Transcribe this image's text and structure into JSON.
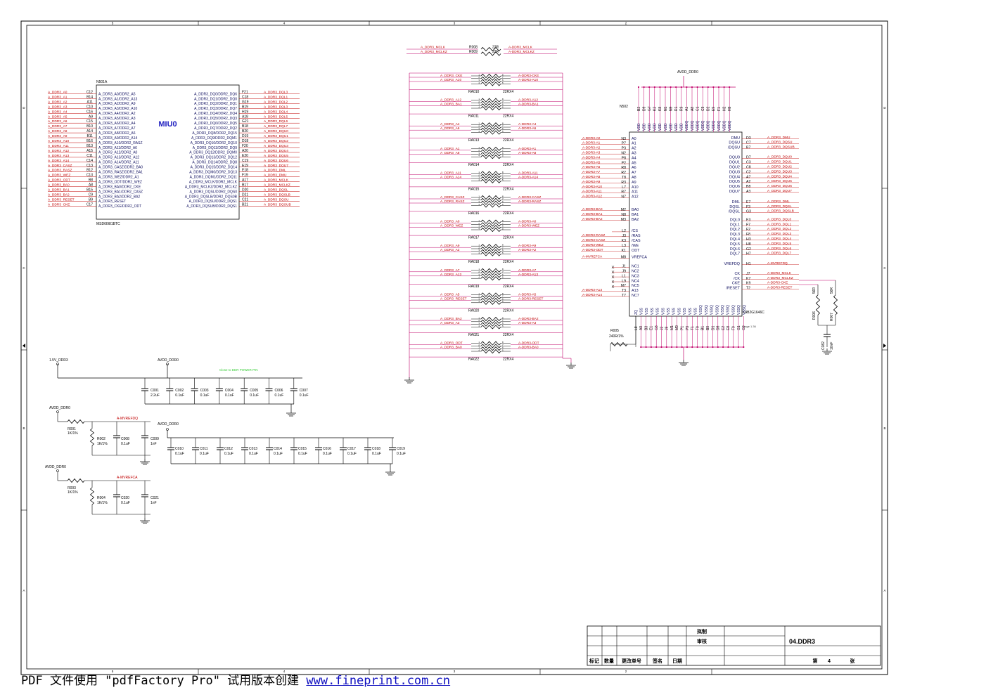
{
  "sheet": {
    "zone_cols": [
      "5",
      "4",
      "3",
      "2"
    ],
    "zone_rows": [
      "D",
      "C",
      "B",
      "A"
    ]
  },
  "miu": {
    "ref": "N501A",
    "label": "MIU0",
    "part": "MSD6I981BTC",
    "left_nets": [
      "A_DDR3_A0",
      "A_DDR3_A1",
      "A_DDR3_A2",
      "A_DDR3_A3",
      "A_DDR3_A4",
      "A_DDR3_A5",
      "A_DDR3_A6",
      "A_DDR3_A7",
      "A_DDR3_A8",
      "A_DDR3_A9",
      "A_DDR3_A10",
      "A_DDR3_A11",
      "A_DDR3_A12",
      "A_DDR3_A13",
      "A_DDR3_A14",
      "A_DDR3_CASZ",
      "A_DDR3_RASZ",
      "A_DDR3_WEZ",
      "A_DDR3_ODT",
      "A_DDR3_BA0",
      "A_DDR3_BA1",
      "A_DDR3_BA2",
      "A_DDR3_RESET",
      "A_DDR3_CKE"
    ],
    "left_pins": [
      "C12",
      "B14",
      "A11",
      "C10",
      "C16",
      "A9",
      "C15",
      "B10",
      "A14",
      "B11",
      "B16",
      "B13",
      "A15",
      "C11",
      "C14",
      "C13",
      "B12",
      "C13",
      "B8",
      "A8",
      "B15",
      "C9",
      "B9",
      "C17"
    ],
    "left_sigs": [
      "A_DDR3_A0/DDR2_A5",
      "A_DDR3_A1/DDR2_A13",
      "A_DDR3_A2/DDR2_A9",
      "A_DDR3_A3/DDR2_A10",
      "A_DDR3_A4/DDR2_A2",
      "A_DDR3_A5/DDR2_A3",
      "A_DDR3_A6/DDR2_A4",
      "A_DDR3_A7/DDR2_A7",
      "A_DDR3_A8/DDR2_A6",
      "A_DDR3_A9/DDR2_A14",
      "A_DDR3_A10/DDR2_RASZ",
      "A_DDR3_A11/DDR2_A6",
      "A_DDR3_A12/DDR2_A0",
      "A_DDR3_A13/DDR2_A12",
      "A_DDR3_A14/DDR2_A11",
      "A_DDR3_CASZ/DDR2_BA0",
      "A_DDR3_RASZ/DDR2_BA1",
      "A_DDR3_WEZ/DDR2_A1",
      "A_DDR3_ODT/DDR2_WEZ",
      "A_DDR3_BA0/DDR2_CKE",
      "A_DDR3_BA1/DDR2_CASZ",
      "A_DDR3_BA2/DDR2_BA2",
      "A_DDR3_RESET",
      "A_DDR3_CKE/DDR2_ODT"
    ],
    "right_sigs": [
      "A_DDR3_DQ0/DDR2_DQ6",
      "A_DDR3_DQ1/DDR2_DQ0",
      "A_DDR3_DQ2/DDR2_DQ1",
      "A_DDR3_DQ3/DDR2_DQ7",
      "A_DDR3_DQ4/DDR2_DQ4",
      "A_DDR3_DQ5/DDR2_DQ3",
      "A_DDR3_DQ6/DDR2_DQ5",
      "A_DDR3_DQ7/DDR2_DQ2",
      "A_DDR3_DQ8/DDR2_DQ15",
      "A_DDR3_DQ9/DDR2_DQM1",
      "A_DDR3_DQ10/DDR2_DQ10",
      "A_DDR3_DQ11/DDR2_DQ9",
      "A_DDR3_DQ12/DDR2_DQM0",
      "A_DDR3_DQ13/DDR2_DQ12",
      "A_DDR3_DQ14/DDR2_DQ8",
      "A_DDR3_DQ15/DDR2_DQ14",
      "A_DDR3_DQM0/DDR2_DQ13",
      "A_DDR3_DQM1/DDR2_DQ11",
      "A_DDR3_MCLK/DDR2_MCLK",
      "A_DDR3_MCLKZ/DDR2_MCLKZ",
      "A_DDR3_DQSL/DDR2_DQS0",
      "A_DDR3_DQSLB/DDR2_DQS0B",
      "A_DDR3_DQSU/DDR2_DQS1",
      "A_DDR3_DQSUB/DDR2_DQS1"
    ],
    "right_pins": [
      "F21",
      "C18",
      "G19",
      "B19",
      "H19",
      "A18",
      "G21",
      "B18",
      "B20",
      "D19",
      "D18",
      "F20",
      "A20",
      "E20",
      "C19",
      "E19",
      "E18",
      "F19",
      "A17",
      "B17",
      "D20",
      "D21",
      "C21",
      "B21"
    ],
    "right_nets": [
      "A_DDR3_DQL3",
      "A_DDR3_DQL1",
      "A_DDR3_DQL2",
      "A_DDR3_DQL3",
      "A_DDR3_DQL4",
      "A_DDR3_DQL5",
      "A_DDR3_DQL6",
      "A_DDR3_DQL7",
      "A_DDR3_DQU0",
      "A_DDR3_DQU1",
      "A_DDR3_DQU2",
      "A_DDR3_DQU3",
      "A_DDR3_DQU4",
      "A_DDR3_DQU5",
      "A_DDR3_DQU6",
      "A_DDR3_DQU7",
      "A_DDR3_DML",
      "A_DDR3_DMU",
      "A_DDR3_MCLK",
      "A_DDR3_MCLKZ",
      "A_DDR3_DQSL",
      "A_DDR3_DQSLB",
      "A_DDR3_DQSU",
      "A_DDR3_DQSUB"
    ]
  },
  "clock_resistors": [
    {
      "ref": "R008",
      "val": "22R",
      "left": "A_DDR3_MCLK",
      "right": "A-DDR3_MCLK"
    },
    {
      "ref": "R009",
      "val": "22R",
      "left": "A_DDR3_MCLKZ",
      "right": "A-DDR3_MCLKZ"
    }
  ],
  "rarrays": [
    {
      "ref": "RA010",
      "val": "22RX4",
      "nets": [
        [
          "A_DDR3_CKE",
          "A-DDR3-CKE"
        ],
        [
          "A_DDR3_A10",
          "A-DDR3-A10"
        ]
      ]
    },
    {
      "ref": "RA011",
      "val": "22RX4",
      "nets": [
        [
          "A_DDR3_A12",
          "A-DDR3-A12"
        ],
        [
          "A_DDR3_BA1",
          "A-DDR3-BA1"
        ]
      ]
    },
    {
      "ref": "RA013",
      "val": "22RX4",
      "nets": [
        [
          "A_DDR3_A4",
          "A-DDR3-A4"
        ],
        [
          "A_DDR3_A6",
          "A-DDR3-A6"
        ]
      ]
    },
    {
      "ref": "RA014",
      "val": "22RX4",
      "nets": [
        [
          "A_DDR3_A1",
          "A-DDR3-A1"
        ],
        [
          "A_DDR3_A8",
          "A-DDR3-A8"
        ]
      ]
    },
    {
      "ref": "RA015",
      "val": "22RX4",
      "nets": [
        [
          "A_DDR3_A11",
          "A-DDR3-A11"
        ],
        [
          "A_DDR3_A14",
          "A-DDR3-A14"
        ]
      ]
    },
    {
      "ref": "RA016",
      "val": "22RX4",
      "nets": [
        [
          "A_DDR3_CASZ",
          "A-DDR3-CASZ"
        ],
        [
          "A_DDR3_RASZ",
          "A-DDR3-RASZ"
        ]
      ]
    },
    {
      "ref": "RA017",
      "val": "22RX4",
      "nets": [
        [
          "A_DDR3_A0",
          "A-DDR3-A0"
        ],
        [
          "A_DDR3_WEZ",
          "A-DDR3-WEZ"
        ]
      ]
    },
    {
      "ref": "RA018",
      "val": "22RX4",
      "nets": [
        [
          "A_DDR3_A9",
          "A-DDR3-A9"
        ],
        [
          "A_DDR3_A2",
          "A-DDR3-A2"
        ]
      ]
    },
    {
      "ref": "RA019",
      "val": "22RX4",
      "nets": [
        [
          "A_DDR3_A7",
          "A-DDR3-A7"
        ],
        [
          "A_DDR3_A13",
          "A-DDR3-A13"
        ]
      ]
    },
    {
      "ref": "RA020",
      "val": "22RX4",
      "nets": [
        [
          "A_DDR3_A5",
          "A-DDR3-A5"
        ],
        [
          "A_DDR3_RESET",
          "A-DDR3-RESET"
        ]
      ]
    },
    {
      "ref": "RA021",
      "val": "22RX4",
      "nets": [
        [
          "A_DDR3_BA2",
          "A-DDR3-BA2"
        ],
        [
          "A_DDR3_A3",
          "A-DDR3-A3"
        ]
      ]
    },
    {
      "ref": "RA022",
      "val": "22RX4",
      "nets": [
        [
          "A_DDR3_ODT",
          "A-DDR3-ODT"
        ],
        [
          "A_DDR3_BA0",
          "A-DDR3-BA0"
        ]
      ]
    }
  ],
  "ddr": {
    "ref": "N502",
    "part": "K4B2G1646C",
    "note": "page 1.36",
    "power_net": "AVDD_DDR0",
    "top_pins": [
      "B2",
      "D9",
      "G7",
      "K2",
      "K8",
      "N1",
      "N9",
      "R1",
      "R9",
      "A1",
      "A8",
      "C1",
      "C9",
      "D2",
      "E9",
      "F1",
      "H2",
      "H9"
    ],
    "top_sigs": [
      "VDD",
      "VDD",
      "VDD",
      "VDD",
      "VDD",
      "VDD",
      "VDD",
      "VDD",
      "VDD",
      "VDDQ",
      "VDDQ",
      "VDDQ",
      "VDDQ",
      "VDDQ",
      "VDDQ",
      "VDDQ",
      "VDDQ",
      "VDDQ"
    ],
    "left_groups": [
      {
        "nets": [
          "A-DDR3-A0",
          "A-DDR3-A1",
          "A-DDR3-A2",
          "A-DDR3-A3",
          "A-DDR3-A4",
          "A-DDR3-A5",
          "A-DDR3-A6",
          "A-DDR3-A7",
          "A-DDR3-A8",
          "A-DDR3-A9",
          "A-DDR3-A10",
          "A-DDR3-A11",
          "A-DDR3-A12"
        ],
        "pins": [
          "N3",
          "P7",
          "P3",
          "N2",
          "P8",
          "P2",
          "R8",
          "R2",
          "T8",
          "R3",
          "L7",
          "R7",
          "N7"
        ],
        "sigs": [
          "A0",
          "A1",
          "A2",
          "A3",
          "A4",
          "A5",
          "A6",
          "A7",
          "A8",
          "A9",
          "A10",
          "A11",
          "A12"
        ]
      },
      {
        "nets": [
          "A-DDR3-BA0",
          "A-DDR3-BA1",
          "A-DDR3-BA2"
        ],
        "pins": [
          "M2",
          "N8",
          "M3"
        ],
        "sigs": [
          "BA0",
          "BA1",
          "BA2"
        ]
      },
      {
        "nets": [
          "",
          "A-DDR3-RASZ",
          "A-DDR3-CASZ",
          "A-DDR3-WEZ",
          "A-DDR3-ODT"
        ],
        "pins": [
          "L2",
          "J3",
          "K3",
          "L3",
          "K1"
        ],
        "sigs": [
          "/CS",
          "/RAS",
          "/CAS",
          "/WE",
          "ODT"
        ]
      },
      {
        "nets": [
          "A-MVREFCA"
        ],
        "pins": [
          "M8"
        ],
        "sigs": [
          "VREFCA"
        ]
      },
      {
        "nets": [
          "",
          "",
          "",
          "",
          "",
          "A-DDR3-A13",
          "A-DDR3-A14"
        ],
        "pins": [
          "J1",
          "J9",
          "L1",
          "L9",
          "M7",
          "T3",
          "T7"
        ],
        "sigs": [
          "NC1",
          "NC2",
          "NC3",
          "NC4",
          "NC5",
          "A13",
          "NC7"
        ]
      }
    ],
    "right_groups": [
      {
        "sigs": [
          "DMU",
          "DQSU",
          "/DQSU"
        ],
        "pins": [
          "D3",
          "C7",
          "B7"
        ],
        "nets": [
          "A_DDR3_DMU",
          "A_DDR3_DQSU",
          "A_DDR3_DQSUB"
        ]
      },
      {
        "sigs": [
          "DQU0",
          "DQU1",
          "DQU2",
          "DQU3",
          "DQU4",
          "DQU5",
          "DQU6",
          "DQU7"
        ],
        "pins": [
          "D7",
          "C3",
          "C8",
          "C2",
          "A7",
          "A2",
          "B8",
          "A3"
        ],
        "nets": [
          "A_DDR3_DQU0",
          "A_DDR3_DQU1",
          "A_DDR3_DQU2",
          "A_DDR3_DQU3",
          "A_DDR3_DQU4",
          "A_DDR3_DQU5",
          "A_DDR3_DQU6",
          "A_DDR3_DQU7"
        ]
      },
      {
        "sigs": [
          "DML",
          "DQSL",
          "/DQSL"
        ],
        "pins": [
          "E7",
          "F3",
          "G3"
        ],
        "nets": [
          "A_DDR3_DML",
          "A_DDR3_DQSL",
          "A_DDR3_DQSLB"
        ]
      },
      {
        "sigs": [
          "DQL0",
          "DQL1",
          "DQL2",
          "DQL3",
          "DQL4",
          "DQL5",
          "DQL6",
          "DQL7"
        ],
        "pins": [
          "E3",
          "F7",
          "F2",
          "F8",
          "H3",
          "H8",
          "G2",
          "H7"
        ],
        "nets": [
          "A_DDR3_DQL0",
          "A_DDR3_DQL1",
          "A_DDR3_DQL2",
          "A_DDR3_DQL3",
          "A_DDR3_DQL4",
          "A_DDR3_DQL5",
          "A_DDR3_DQL6",
          "A_DDR3_DQL7"
        ]
      },
      {
        "sigs": [
          "VREFDQ"
        ],
        "pins": [
          "H1"
        ],
        "nets": [
          "A-MVREFDQ"
        ]
      },
      {
        "sigs": [
          "CK",
          "/CK",
          "CKE",
          "/RESET"
        ],
        "pins": [
          "J7",
          "K7",
          "K9",
          "T2"
        ],
        "nets": [
          "A-DDR3_MCLK",
          "A-DDR3_MCLKZ",
          "A-DDR3-CKE",
          "A-DDR3-RESET"
        ]
      }
    ],
    "bottom_sigs": [
      "ZQ",
      "VSS",
      "VSS",
      "VSS",
      "VSS",
      "VSS",
      "VSS",
      "VSS",
      "VSS",
      "VSS",
      "VSS",
      "VSS",
      "VSSQ",
      "VSSQ",
      "VSSQ",
      "VSSQ",
      "VSSQ",
      "VSSQ",
      "VSSQ",
      "VSSQ",
      "VSSQ"
    ],
    "bottom_pins": [
      "L8",
      "A9",
      "B3",
      "E1",
      "G8",
      "J2",
      "J8",
      "M1",
      "M9",
      "P1",
      "P9",
      "T1",
      "T9",
      "B1",
      "B9",
      "D1",
      "D8",
      "E2",
      "E8",
      "F9",
      "G1",
      "G9"
    ],
    "zq_res_ref": "R005",
    "zq_res_val": "240R/1%",
    "clk_terms": [
      {
        "ref": "R006",
        "val": "56R"
      },
      {
        "ref": "R007",
        "val": "56R"
      }
    ],
    "clk_cap": {
      "ref": "C082",
      "val": "10nF"
    }
  },
  "decoup1": {
    "rail1": "1.5V_DDR3",
    "rail2": "AVDD_DDR0",
    "note": "Close to DDR POWER PIN",
    "caps": [
      {
        "ref": "C001",
        "val": "2.2uF"
      },
      {
        "ref": "C002",
        "val": "0.1uF"
      },
      {
        "ref": "C003",
        "val": "0.1uF"
      },
      {
        "ref": "C004",
        "val": "0.1uF"
      },
      {
        "ref": "C005",
        "val": "0.1uF"
      },
      {
        "ref": "C006",
        "val": "0.1uF"
      },
      {
        "ref": "C007",
        "val": "0.1uF"
      }
    ]
  },
  "decoup2": {
    "rail": "AVDD_DDR0",
    "caps": [
      {
        "ref": "C010",
        "val": "0.1uF"
      },
      {
        "ref": "C011",
        "val": "0.1uF"
      },
      {
        "ref": "C012",
        "val": "0.1uF"
      },
      {
        "ref": "C013",
        "val": "0.1uF"
      },
      {
        "ref": "C014",
        "val": "0.1uF"
      },
      {
        "ref": "C015",
        "val": "0.1uF"
      },
      {
        "ref": "C016",
        "val": "0.1uF"
      },
      {
        "ref": "C017",
        "val": "0.1uF"
      },
      {
        "ref": "C018",
        "val": "0.1uF"
      },
      {
        "ref": "C019",
        "val": "0.1uF"
      }
    ]
  },
  "vref_blocks": [
    {
      "rail": "AVDD_DDR0",
      "net": "A-MVREFDQ",
      "r_top": {
        "ref": "R001",
        "val": "1K/1%"
      },
      "r_bot": {
        "ref": "R002",
        "val": "1K/1%"
      },
      "c1": {
        "ref": "C008",
        "val": "0.1uF"
      },
      "c2": {
        "ref": "C009",
        "val": "1nF"
      }
    },
    {
      "rail": "AVDD_DDR0",
      "net": "A-MVREFCA",
      "r_top": {
        "ref": "R003",
        "val": "1K/1%"
      },
      "r_bot": {
        "ref": "R004",
        "val": "1K/1%"
      },
      "c1": {
        "ref": "C020",
        "val": "0.1uF"
      },
      "c2": {
        "ref": "C021",
        "val": "1nF"
      }
    }
  ],
  "titleblock": {
    "draw": "拟制",
    "review": "审核",
    "title": "04.DDR3",
    "col_mark": "标记",
    "col_qty": "数量",
    "col_doc": "更改单号",
    "col_sign": "签名",
    "col_date": "日期",
    "page_pre": "第",
    "page_num": "4",
    "page_suf": "张"
  },
  "footer": {
    "text": "PDF 文件使用 \"pdfFactory Pro\" 试用版本创建 ",
    "url": "www.fineprint.com.cn"
  },
  "colors": {
    "net": "#c00000",
    "wire": "#c0006a",
    "text": "#101060",
    "border": "#000000"
  }
}
